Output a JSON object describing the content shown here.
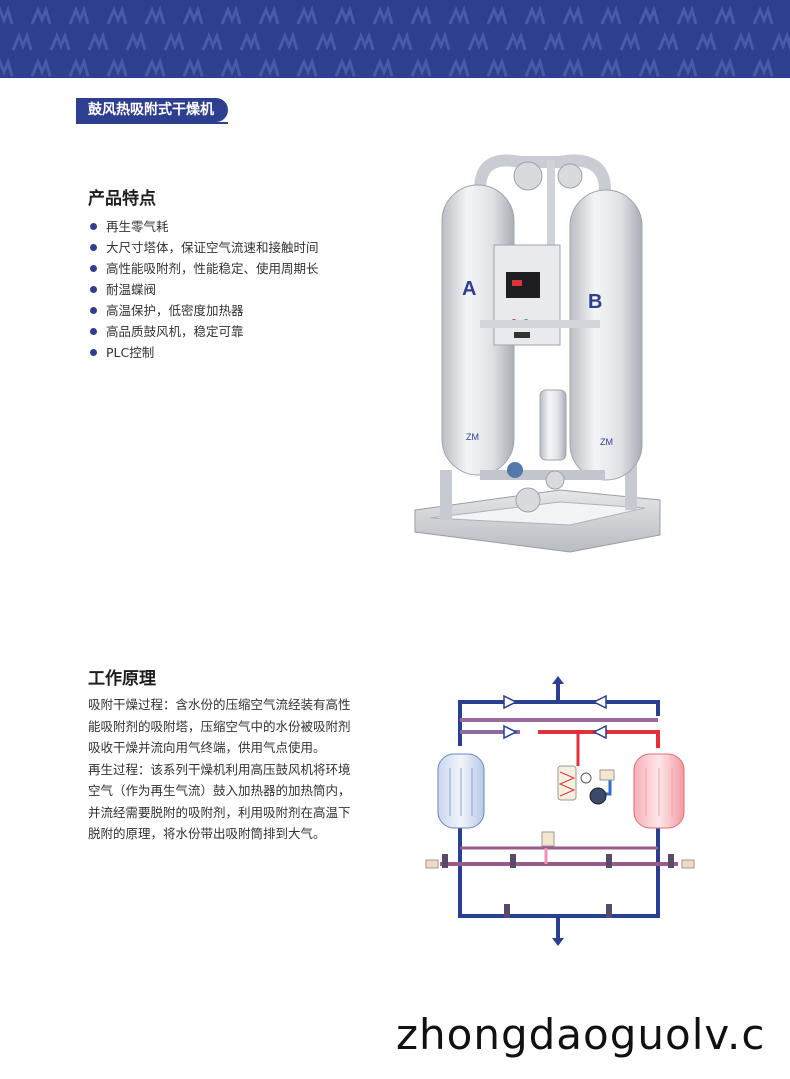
{
  "header": {
    "section_tag": "鼓风热吸附式干燥机"
  },
  "features": {
    "title": "产品特点",
    "items": [
      "再生零气耗",
      "大尺寸塔体，保证空气流速和接触时间",
      "高性能吸附剂，性能稳定、使用周期长",
      "耐温蝶阀",
      "高温保护，低密度加热器",
      "高品质鼓风机，稳定可靠",
      "PLC控制"
    ]
  },
  "product_image": {
    "tower_a_label": "A",
    "tower_b_label": "B"
  },
  "principle": {
    "title": "工作原理",
    "paragraph1": "吸附干燥过程：含水份的压缩空气流经装有高性能吸附剂的吸附塔，压缩空气中的水份被吸附剂吸收干燥并流向用气终端，供用气点使用。",
    "paragraph2": "再生过程：该系列干燥机利用高压鼓风机将环境空气（作为再生气流）鼓入加热器的加热筒内，并流经需要脱附的吸附剂，利用吸附剂在高温下脱附的原理，将水份带出吸附筒排到大气。"
  },
  "watermark": "zhongdaoguolv.c",
  "colors": {
    "brand_blue": "#2f3f8f",
    "dry_blue": "#2a3f8f",
    "hot_red": "#e0303a",
    "mix_purple": "#9a5a8a"
  }
}
